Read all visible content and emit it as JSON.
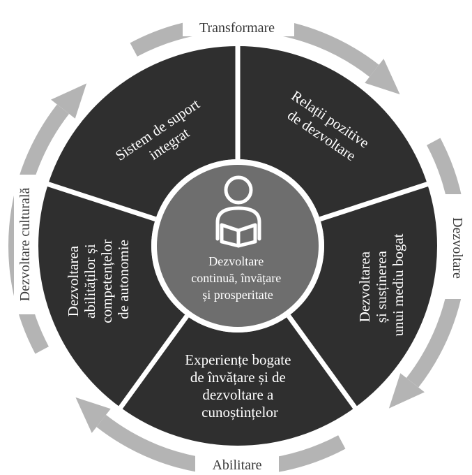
{
  "colors": {
    "background": "#ffffff",
    "outer_ring": "#b4b4b4",
    "segment_fill": "#2f2f2f",
    "divider": "#ffffff",
    "center_fill": "#6e6e6e",
    "text_light": "#ffffff",
    "text_dark": "#3a3a3a"
  },
  "outer_ring": {
    "labels": {
      "top": "Transformare",
      "right": "Dezvoltare",
      "bottom": "Abilitare",
      "left": "Dezvoltare culturală"
    }
  },
  "segments": [
    {
      "id": "top-left",
      "lines": [
        "Sistem de suport",
        "integrat"
      ]
    },
    {
      "id": "top-right",
      "lines": [
        "Relații pozitive",
        "de dezvoltare"
      ]
    },
    {
      "id": "right",
      "lines": [
        "Dezvoltarea",
        "și susținerea",
        "unui mediu bogat"
      ]
    },
    {
      "id": "bottom",
      "lines": [
        "Experiențe bogate",
        "de învățare și de",
        "dezvoltare a",
        "cunoștințelor"
      ]
    },
    {
      "id": "left",
      "lines": [
        "Dezvoltarea",
        "abilităților și",
        "competențelor",
        "de autonomie"
      ]
    }
  ],
  "center": {
    "icon": "reader-person-icon",
    "lines": [
      "Dezvoltare",
      "continuă, învățare",
      "și prosperitate"
    ]
  }
}
